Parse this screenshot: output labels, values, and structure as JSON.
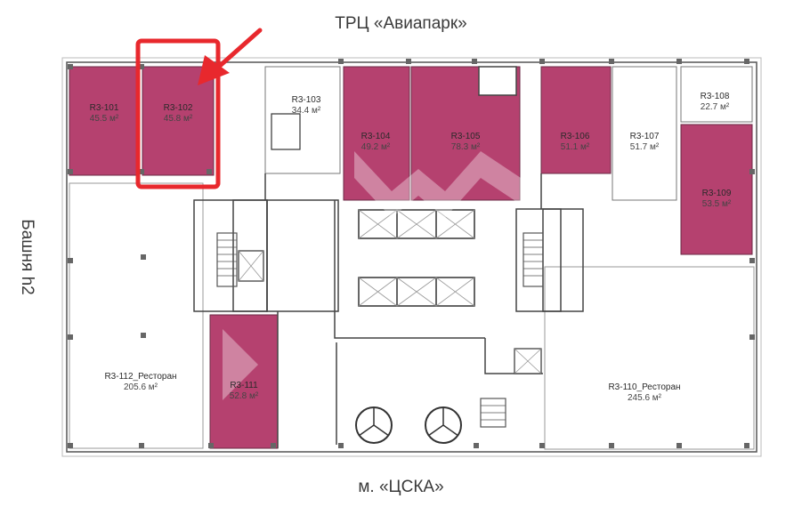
{
  "captions": {
    "top": "ТРЦ «Авиапарк»",
    "bottom": "м. «ЦСКА»",
    "left": "Башня h2"
  },
  "colors": {
    "occupied": "#b5416f",
    "free": "#ffffff",
    "wall": "#3a3a3a",
    "highlight": "#e8282d"
  },
  "units": [
    {
      "id": "r3-101",
      "code": "R3-101",
      "area": "45.5 м²",
      "occupied": true
    },
    {
      "id": "r3-102",
      "code": "R3-102",
      "area": "45.8 м²",
      "occupied": true
    },
    {
      "id": "r3-103",
      "code": "R3-103",
      "area": "34.4 м²",
      "occupied": false
    },
    {
      "id": "r3-104",
      "code": "R3-104",
      "area": "49.2 м²",
      "occupied": true
    },
    {
      "id": "r3-105",
      "code": "R3-105",
      "area": "78.3 м²",
      "occupied": true
    },
    {
      "id": "r3-106",
      "code": "R3-106",
      "area": "51.1 м²",
      "occupied": true
    },
    {
      "id": "r3-107",
      "code": "R3-107",
      "area": "51.7 м²",
      "occupied": false
    },
    {
      "id": "r3-108",
      "code": "R3-108",
      "area": "22.7 м²",
      "occupied": false
    },
    {
      "id": "r3-109",
      "code": "R3-109",
      "area": "53.5 м²",
      "occupied": true
    },
    {
      "id": "r3-110",
      "code": "R3-110_Ресторан",
      "area": "245.6 м²",
      "occupied": false
    },
    {
      "id": "r3-111",
      "code": "R3-111",
      "area": "52.8 м²",
      "occupied": true
    },
    {
      "id": "r3-112",
      "code": "R3-112_Ресторан",
      "area": "205.6 м²",
      "occupied": false
    }
  ],
  "highlighted_unit": "R3-102"
}
